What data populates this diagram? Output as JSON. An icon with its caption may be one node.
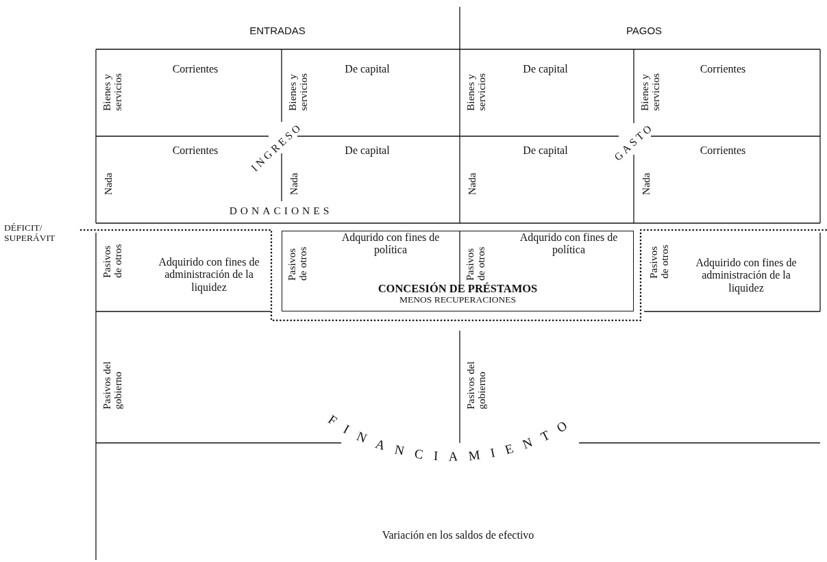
{
  "diagram": {
    "nodes": [
      {
        "text": [
          "Bienes y servicios",
          "Corrientes"
        ]
      },
      {
        "text": [
          "Bienes y servicios",
          "De capital"
        ]
      },
      {
        "text": [
          "Bienes y servicios",
          "De capital"
        ]
      },
      {
        "text": [
          "Bienes y servicios",
          "Corrientes"
        ]
      },
      {
        "text": [
          "Nada",
          "Corrientes"
        ]
      },
      {
        "text": [
          "Nada",
          "De capital"
        ]
      },
      {
        "text": [
          "Nada",
          "De capital"
        ]
      },
      {
        "text": [
          "Nada",
          "Corrientes"
        ]
      },
      {
        "text": [
          "Pasivos de otros",
          "Adquirido con fines de administración de la liquidez"
        ]
      },
      {
        "text": [
          "CONCESIÓN DE PRÉSTAMOS",
          "MENOS RECUPERACIONES"
        ]
      },
      {
        "text": [
          "Pasivos de otros",
          "Adqurido con fines de política"
        ],
        "in": 9
      },
      {
        "text": [
          "Pasivos de otros",
          "Adqurido con fines de política"
        ],
        "in": 9
      },
      {
        "text": [
          "Pasivos de otros",
          "Adquirido con fines de administración de la liquidez"
        ]
      },
      {
        "text": [
          "Pasivos del gobierno"
        ]
      },
      {
        "text": [
          "Pasivos del gobierno"
        ]
      },
      {
        "text": [
          "Variación en los saldos de efectivo"
        ]
      }
    ],
    "labels": [
      "ENTRADAS",
      "PAGOS",
      "INGRESO",
      "GASTO",
      "DONACIONES",
      "DÉFICIT/ SUPERÁVIT",
      "FINANCIAMIENTO"
    ]
  }
}
